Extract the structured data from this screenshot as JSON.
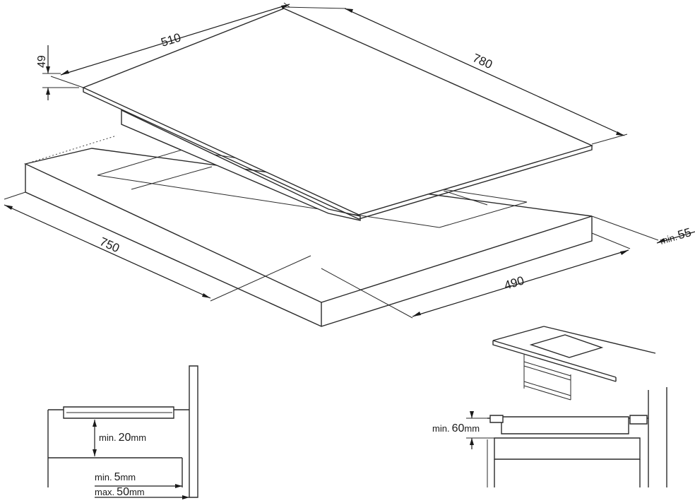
{
  "main_view": {
    "dim_width_top": "510",
    "dim_depth_top": "780",
    "dim_thickness": "49",
    "dim_cutout_width": "750",
    "dim_cutout_depth": "490",
    "dim_min_rear": {
      "prefix": "min.",
      "value": "55"
    }
  },
  "detail_left": {
    "gap": {
      "prefix": "min.",
      "value": "20",
      "unit": "mm"
    },
    "min_clearance": {
      "prefix": "min.",
      "value": "5",
      "unit": "mm"
    },
    "max_clearance": {
      "prefix": "max.",
      "value": "50",
      "unit": "mm"
    }
  },
  "detail_right": {
    "gap": {
      "prefix": "min.",
      "value": "60",
      "unit": "mm"
    }
  }
}
